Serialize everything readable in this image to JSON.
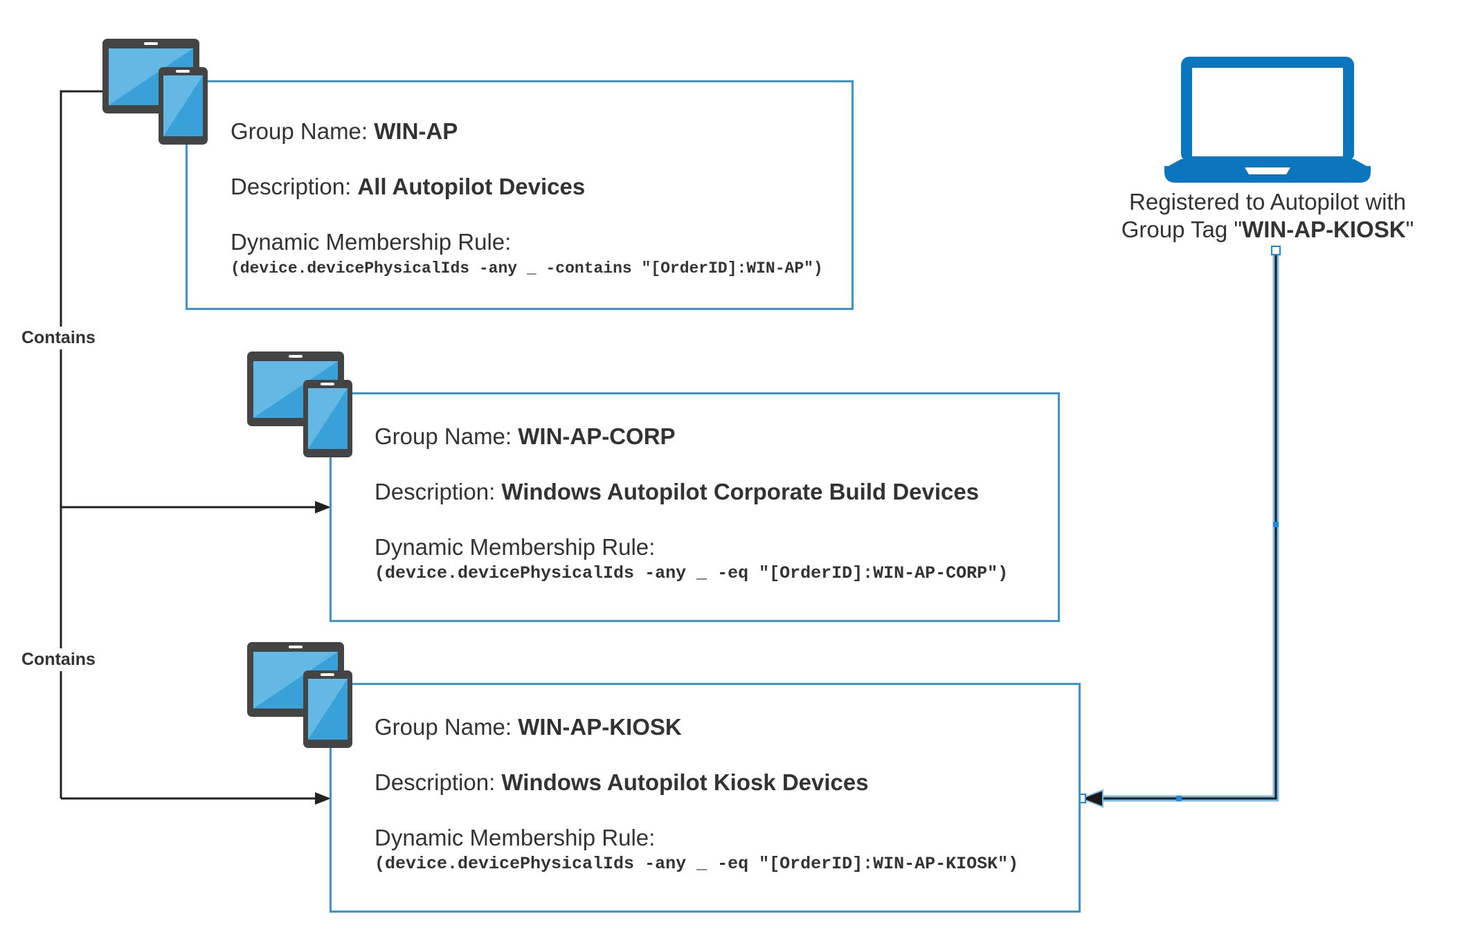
{
  "colors": {
    "box_border": "#3a96c9",
    "connector": "#222222",
    "laptop": "#0b76bd",
    "tablet_frame": "#444444",
    "tablet_screen": "#3aa0d8"
  },
  "groups": [
    {
      "name_label": "Group Name: ",
      "name": "WIN-AP",
      "desc_label": "Description: ",
      "desc": "All Autopilot Devices",
      "rule_label": "Dynamic Membership Rule:",
      "rule": "(device.devicePhysicalIds -any _ -contains \"[OrderID]:WIN-AP\")",
      "icon": "tablet-phone-icon"
    },
    {
      "name_label": "Group Name: ",
      "name": "WIN-AP-CORP",
      "desc_label": "Description: ",
      "desc": "Windows Autopilot Corporate Build Devices",
      "rule_label": "Dynamic Membership Rule:",
      "rule": "(device.devicePhysicalIds -any _ -eq \"[OrderID]:WIN-AP-CORP\")",
      "icon": "tablet-phone-icon"
    },
    {
      "name_label": "Group Name: ",
      "name": "WIN-AP-KIOSK",
      "desc_label": "Description: ",
      "desc": "Windows Autopilot Kiosk Devices",
      "rule_label": "Dynamic Membership Rule:",
      "rule": "(device.devicePhysicalIds -any _ -eq \"[OrderID]:WIN-AP-KIOSK\")",
      "icon": "tablet-phone-icon"
    }
  ],
  "connectors": {
    "contains_1": "Contains",
    "contains_2": "Contains"
  },
  "laptop": {
    "icon": "laptop-icon",
    "caption_line1": "Registered to Autopilot with",
    "caption_line2_prefix": "Group Tag \"",
    "caption_line2_bold": "WIN-AP-KIOSK",
    "caption_line2_suffix": "\""
  }
}
